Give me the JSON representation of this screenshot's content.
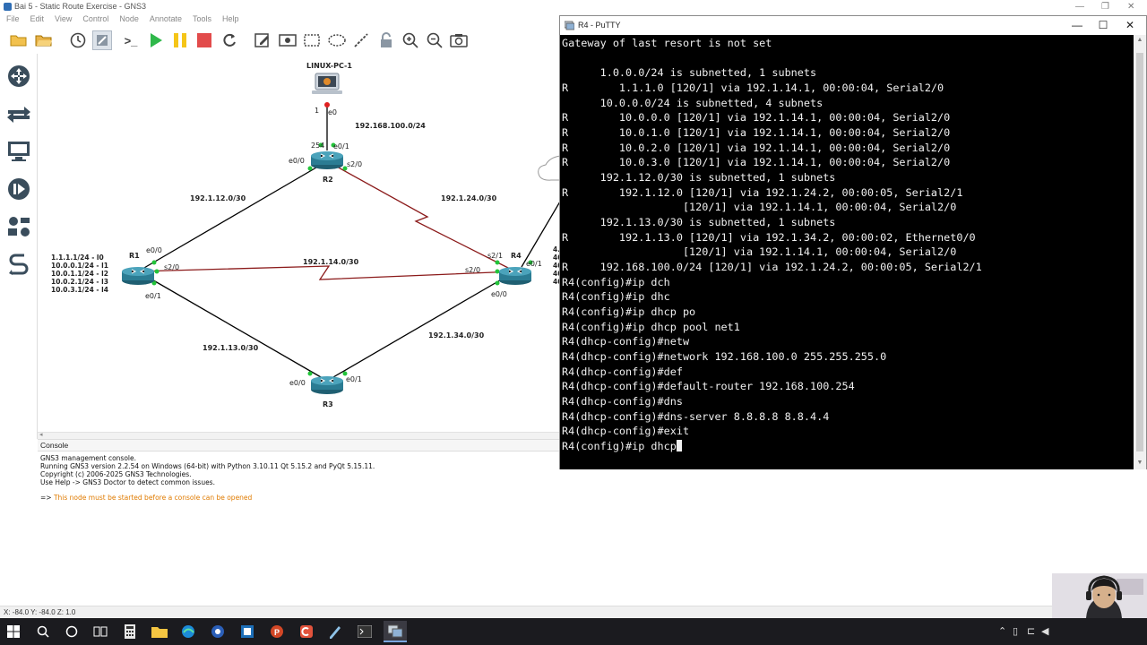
{
  "gns3": {
    "window_title": "Bai 5 - Static Route Exercise - GNS3",
    "menu": [
      "File",
      "Edit",
      "View",
      "Control",
      "Node",
      "Annotate",
      "Tools",
      "Help"
    ],
    "toolbar_icons": [
      "open-folder-icon",
      "folder-icon",
      "clock-icon",
      "snapshot-icon",
      "terminal-icon",
      "play-icon",
      "pause-icon",
      "stop-icon",
      "reload-icon",
      "edit-note-icon",
      "image-icon",
      "rectangle-icon",
      "ellipse-icon",
      "line-icon",
      "lock-icon",
      "zoom-in-icon",
      "zoom-out-icon",
      "screenshot-icon"
    ],
    "dock_icons": [
      "browse-routers-icon",
      "browse-switches-icon",
      "browse-end-devices-icon",
      "browse-security-icon",
      "browse-all-devices-icon",
      "add-link-icon"
    ],
    "topology": {
      "nodes": {
        "linux_pc": "LINUX-PC-1",
        "r1": "R1",
        "r2": "R2",
        "r3": "R3",
        "r4": "R4"
      },
      "subnets": {
        "pc_lan": "192.168.100.0/24",
        "r1_r2": "192.1.12.0/30",
        "r2_r4": "192.1.24.0/30",
        "r1_r4": "192.1.14.0/30",
        "r1_r3": "192.1.13.0/30",
        "r3_r4": "192.1.34.0/30"
      },
      "ports": {
        "pc_1": "1",
        "pc_e0": "e0",
        "r2_254": "254",
        "r2_e0_1": "e0/1",
        "r2_e0_0": "e0/0",
        "r2_s2_0": "s2/0",
        "r1_e0_0": "e0/0",
        "r1_s2_0": "s2/0",
        "r1_e0_1": "e0/1",
        "r4_s2_1": "s2/1",
        "r4_s2_0": "s2/0",
        "r4_e0_1": "e0/1",
        "r4_e0_0": "e0/0",
        "r3_e0_0": "e0/0",
        "r3_e0_1": "e0/1"
      },
      "r1_loopbacks": [
        "1.1.1.1/24 - l0",
        "10.0.0.1/24 - l1",
        "10.0.1.1/24 - l2",
        "10.0.2.1/24 - l3",
        "10.0.3.1/24 - l4"
      ],
      "r4_loopbacks_partial": [
        "4.",
        "40",
        "40",
        "40",
        "40"
      ]
    },
    "console": {
      "title": "Console",
      "lines": [
        "GNS3 management console.",
        "Running GNS3 version 2.2.54 on Windows (64-bit) with Python 3.10.11 Qt 5.15.2 and PyQt 5.15.11.",
        "Copyright (c) 2006-2025 GNS3 Technologies.",
        "Use Help -> GNS3 Doctor to detect common issues."
      ],
      "prompt": "=>",
      "warning": "This node must be started before a console can be opened"
    },
    "status": "X: -84.0 Y: -84.0 Z: 1.0"
  },
  "putty": {
    "title": "R4 - PuTTY",
    "lines": [
      "Gateway of last resort is not set",
      "",
      "      1.0.0.0/24 is subnetted, 1 subnets",
      "R        1.1.1.0 [120/1] via 192.1.14.1, 00:00:04, Serial2/0",
      "      10.0.0.0/24 is subnetted, 4 subnets",
      "R        10.0.0.0 [120/1] via 192.1.14.1, 00:00:04, Serial2/0",
      "R        10.0.1.0 [120/1] via 192.1.14.1, 00:00:04, Serial2/0",
      "R        10.0.2.0 [120/1] via 192.1.14.1, 00:00:04, Serial2/0",
      "R        10.0.3.0 [120/1] via 192.1.14.1, 00:00:04, Serial2/0",
      "      192.1.12.0/30 is subnetted, 1 subnets",
      "R        192.1.12.0 [120/1] via 192.1.24.2, 00:00:05, Serial2/1",
      "                   [120/1] via 192.1.14.1, 00:00:04, Serial2/0",
      "      192.1.13.0/30 is subnetted, 1 subnets",
      "R        192.1.13.0 [120/1] via 192.1.34.2, 00:00:02, Ethernet0/0",
      "                   [120/1] via 192.1.14.1, 00:00:04, Serial2/0",
      "R     192.168.100.0/24 [120/1] via 192.1.24.2, 00:00:05, Serial2/1",
      "R4(config)#ip dch",
      "R4(config)#ip dhc",
      "R4(config)#ip dhcp po",
      "R4(config)#ip dhcp pool net1",
      "R4(dhcp-config)#netw",
      "R4(dhcp-config)#network 192.168.100.0 255.255.255.0",
      "R4(dhcp-config)#def",
      "R4(dhcp-config)#default-router 192.168.100.254",
      "R4(dhcp-config)#dns",
      "R4(dhcp-config)#dns-server 8.8.8.8 8.8.4.4",
      "R4(dhcp-config)#exit"
    ],
    "current_input": "R4(config)#ip dhcp"
  },
  "taskbar_icons": [
    "windows-start-icon",
    "search-icon",
    "cortana-icon",
    "task-view-icon",
    "calculator-icon",
    "file-explorer-icon",
    "edge-icon",
    "chrome-icon",
    "remote-desktop-icon",
    "powerpoint-icon",
    "app-icon",
    "notepad-icon",
    "terminal-icon",
    "putty-icon"
  ],
  "colors": {
    "link_ethernet": "#000000",
    "link_serial": "#8b1a1a",
    "port_up": "#22c43a",
    "port_down": "#e02020",
    "router": "#2b7c93",
    "terminal_bg": "#000000",
    "terminal_fg": "#f0f0f0",
    "warning": "#e07b00"
  }
}
